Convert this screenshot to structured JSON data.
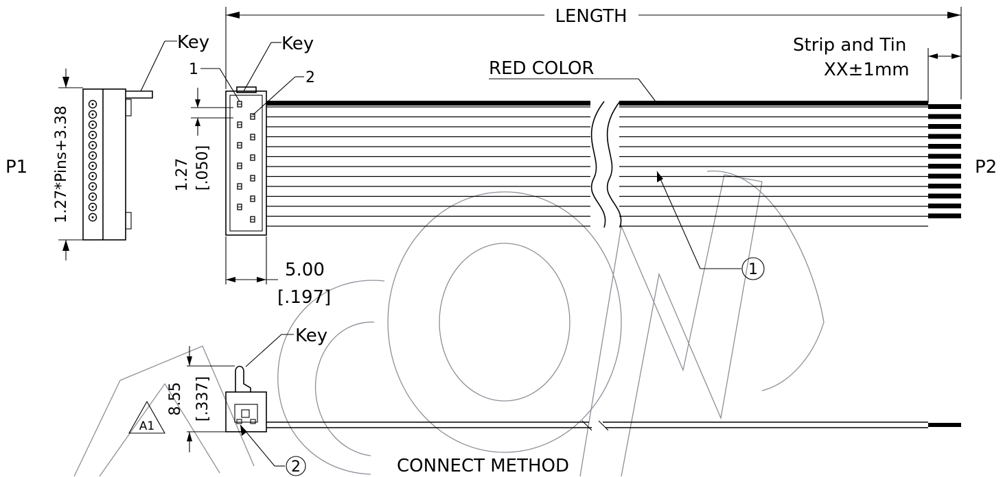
{
  "labels": {
    "length": "LENGTH",
    "strip_tin_line1": "Strip and Tin",
    "strip_tin_line2": "XX±1mm",
    "red_color": "RED COLOR",
    "key_left": "Key",
    "key_top": "Key",
    "key_bottom": "Key",
    "pin_1": "1",
    "pin_2": "2",
    "p1": "P1",
    "p2": "P2",
    "dim_pitch_formula": "1.27*Pins+3.38",
    "dim_pitch_mm": "1.27",
    "dim_pitch_in": "[.050]",
    "dim_width_mm": "5.00",
    "dim_width_in": "[.197]",
    "dim_height_mm": "8.55",
    "dim_height_in": "[.337]",
    "revision": "A1",
    "callout_cable": "1",
    "callout_connector": "2",
    "connect_method": "CONNECT METHOD"
  }
}
